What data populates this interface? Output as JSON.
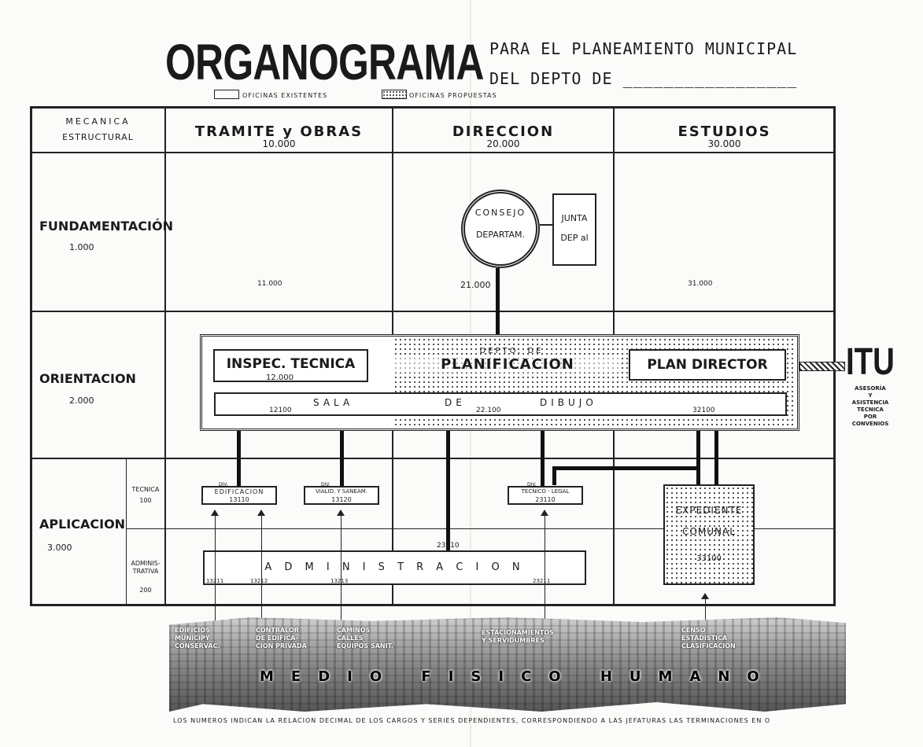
{
  "title": "ORGANOGRAMA",
  "subtitle_line1": "PARA EL PLANEAMIENTO MUNICIPAL",
  "subtitle_line2": "DEL  DEPTO DE _________________",
  "legend": {
    "existing": "OFICINAS EXISTENTES",
    "proposed": "OFICINAS PROPUESTAS"
  },
  "corner_header": {
    "line1": "MECANICA",
    "line2": "ESTRUCTURAL"
  },
  "columns": [
    {
      "label": "TRAMITE  y  OBRAS",
      "code": "10.000"
    },
    {
      "label": "DIRECCION",
      "code": "20.000"
    },
    {
      "label": "ESTUDIOS",
      "code": "30.000"
    }
  ],
  "rows": [
    {
      "label": "FUNDAMENTACIÓN",
      "code": "1.000"
    },
    {
      "label": "ORIENTACION",
      "code": "2.000"
    },
    {
      "label": "APLICACION",
      "code": "3.000"
    }
  ],
  "aplicacion_sub": [
    {
      "label": "TECNICA",
      "code": "100"
    },
    {
      "label": "ADMINIS-\nTRATIVA",
      "code": "200"
    }
  ],
  "cell_codes": {
    "c11": "11.000",
    "c21": "21.000",
    "c31": "31.000"
  },
  "consejo": {
    "line1": "CONSEJO",
    "line2": "DEPARTAM."
  },
  "junta": {
    "line1": "JUNTA",
    "line2": "DEP al"
  },
  "depto": {
    "small": "DEPTO. DE",
    "label": "PLANIFICACION"
  },
  "inspec": {
    "label": "INSPEC. TECNICA",
    "code": "12.000"
  },
  "plan_director": "PLAN DIRECTOR",
  "sala": {
    "w1": "SALA",
    "w2": "DE",
    "w3": "DIBUJO",
    "c1": "12100",
    "c2": "22.100",
    "c3": "32100"
  },
  "itu": {
    "label": "ITU",
    "line1": "ASESORÍA",
    "line2": "Y",
    "line3": "ASISTENCIA",
    "line4": "TECNICA",
    "line5": "POR",
    "line6": "CONVENIOS"
  },
  "div_edificacion": {
    "top": "DIV.",
    "label": "EDIFICACION",
    "code": "13110"
  },
  "div_vialid": {
    "top": "DIV.",
    "label": "VIALID. Y SANEAM.",
    "code": "13120"
  },
  "div_tecnico": {
    "top": "DIV.",
    "label": "TECNICO - LEGAL",
    "code": "23110"
  },
  "expediente": {
    "line1": "EXPEDIENTE",
    "line2": "COMUNAL",
    "code": "33100"
  },
  "administracion": {
    "label": "A D M I N I S T R A C I O N",
    "code_top": "23210",
    "c1": "13211",
    "c2": "13212",
    "c3": "13213",
    "c4": "23211"
  },
  "photo_labels": [
    {
      "l1": "EDIFICIOS",
      "l2": "MUNICIPY",
      "l3": "CONSERVAC."
    },
    {
      "l1": "CONTRALOR",
      "l2": "DE EDIFICA-",
      "l3": "CION PRIVADA"
    },
    {
      "l1": "CAMINOS",
      "l2": "CALLES",
      "l3": "EQUIPOS SANIT."
    },
    {
      "l1": "ESTACIONAMIENTOS",
      "l2": "Y SERVIDUMBRES",
      "l3": ""
    },
    {
      "l1": "CENSO",
      "l2": "ESTADISTICA",
      "l3": "CLASIFICACION"
    }
  ],
  "medio": "MEDIO FISICO HUMANO",
  "footer": "LOS NUMEROS INDICAN LA RELACION DECIMAL   DE LOS CARGOS Y SERIES DEPENDIENTES, CORRESPONDIENDO A LAS JEFATURAS LAS TERMINACIONES EN O"
}
